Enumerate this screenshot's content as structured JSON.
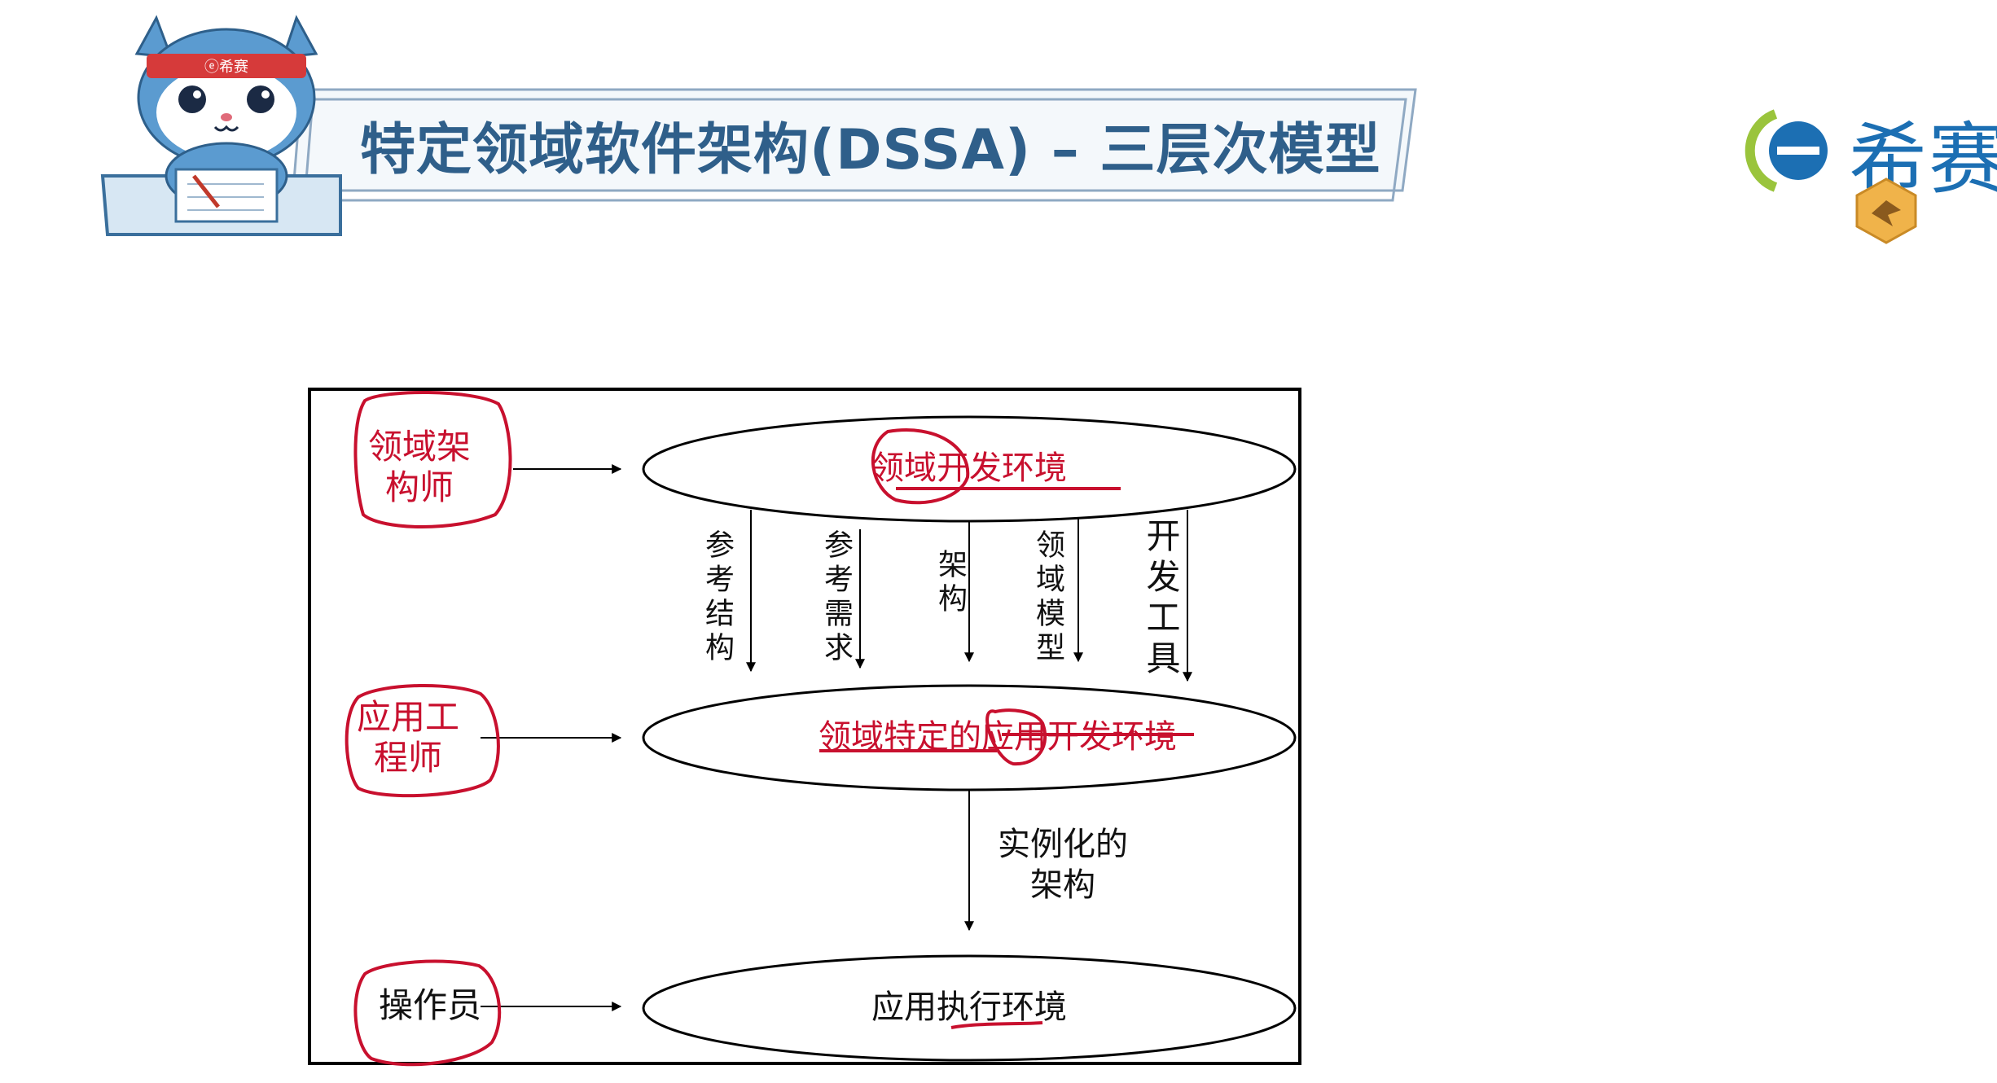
{
  "header": {
    "title": "特定领域软件架构(DSSA) – 三层次模型",
    "mascot_badge": "ⓔ希赛",
    "brand_name": "希赛"
  },
  "diagram": {
    "actors": [
      {
        "id": "domain-architect",
        "label_line1": "领域架",
        "label_line2": "构师"
      },
      {
        "id": "app-engineer",
        "label_line1": "应用工",
        "label_line2": "程师"
      },
      {
        "id": "operator",
        "label_line1": "操作员",
        "label_line2": ""
      }
    ],
    "environments": [
      {
        "id": "domain-dev-env",
        "label": "领域开发环境"
      },
      {
        "id": "domain-specific-app-dev-env",
        "label": "领域特定的应用开发环境"
      },
      {
        "id": "app-exec-env",
        "label": "应用执行环境"
      }
    ],
    "flows_top": [
      "参考结构",
      "参考需求",
      "架构",
      "领域模型",
      "开发工具"
    ],
    "flow_bottom_line1": "实例化的",
    "flow_bottom_line2": "架构"
  },
  "colors": {
    "title": "#2f5f8a",
    "annotation": "#c8102e",
    "brand": "#1c6fb3",
    "banner_border": "#8fa9c3"
  }
}
